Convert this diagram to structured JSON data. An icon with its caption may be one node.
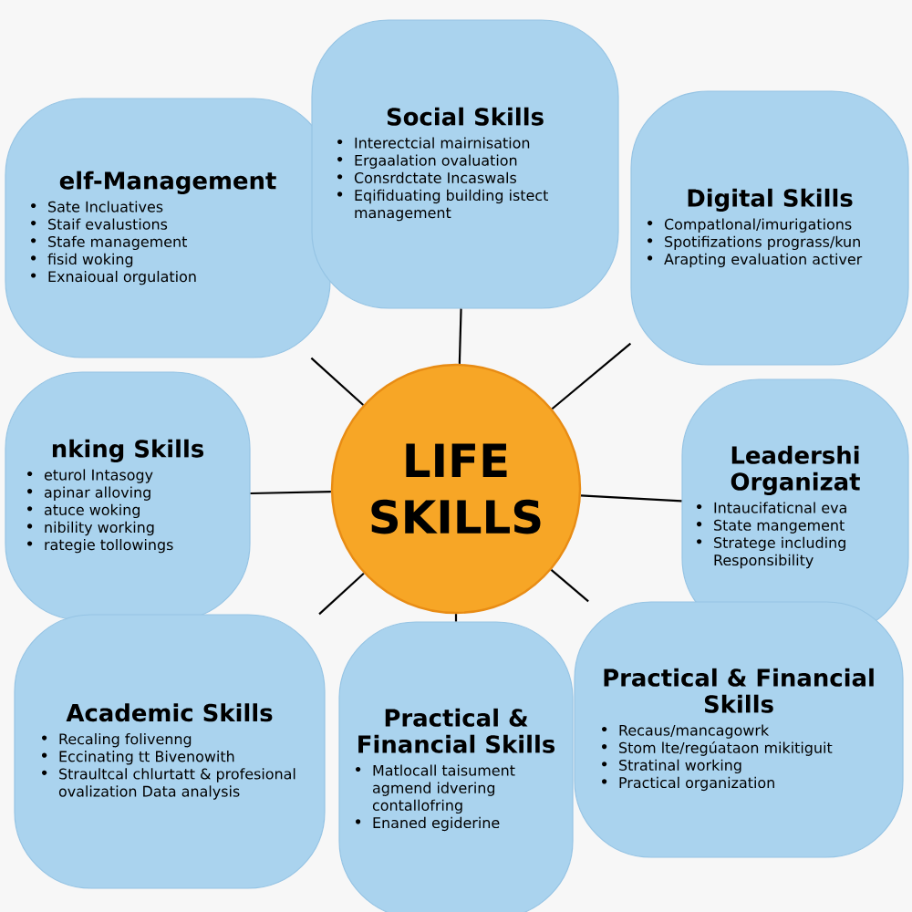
{
  "diagram": {
    "nodes": [
      {
        "text": [
          "LIFE SKILLS"
        ]
      },
      {
        "text": [
          "elf-Management",
          "Sate Incluatives",
          "Staif evalustions",
          "Stafe management",
          "fisid woking",
          "Exnaioual orgulation"
        ]
      },
      {
        "text": [
          "Social Skills",
          "Interectcial mairnisation",
          "Ergaalation ovaluation",
          "Consrdctate Incaswals",
          "Eqifiduating building istect management"
        ]
      },
      {
        "text": [
          "Digital Skills",
          "Compatlonal/imurigations",
          "Spotifizations prograss/kun",
          "Arapting evaluation activer"
        ]
      },
      {
        "text": [
          "nking Skills",
          "eturol Intasogy",
          "apinar alloving",
          "atuce woking",
          "nibility working",
          "rategie tollowings"
        ]
      },
      {
        "text": [
          "Leadershi Organizat",
          "Intaucifaticnal eva",
          "State mangement",
          "Stratege including Responsibility"
        ]
      },
      {
        "text": [
          "Academic Skills",
          "Recaling folivenng",
          "Eccinating tt Bivenowith",
          "Straultcal chlurtatt & profesional ovalization Data analysis"
        ]
      },
      {
        "text": [
          "Practical & Financial Skills",
          "Matlocall taisument agmend idvering contallofring",
          "Enaned egiderine"
        ]
      },
      {
        "text": [
          "Practical & Financial Skills",
          "Recaus/mancagowrk",
          "Stom lte/regúataon mikitiguit",
          "Stratinal working",
          "Practical organization"
        ]
      }
    ],
    "edges": [
      {
        "from": 0,
        "to": 1,
        "arrow": "none"
      },
      {
        "from": 0,
        "to": 2,
        "arrow": "none"
      },
      {
        "from": 0,
        "to": 3,
        "arrow": "none"
      },
      {
        "from": 0,
        "to": 4,
        "arrow": "none"
      },
      {
        "from": 0,
        "to": 5,
        "arrow": "none"
      },
      {
        "from": 0,
        "to": 6,
        "arrow": "none"
      },
      {
        "from": 0,
        "to": 7,
        "arrow": "none"
      },
      {
        "from": 0,
        "to": 8,
        "arrow": "none"
      }
    ]
  }
}
